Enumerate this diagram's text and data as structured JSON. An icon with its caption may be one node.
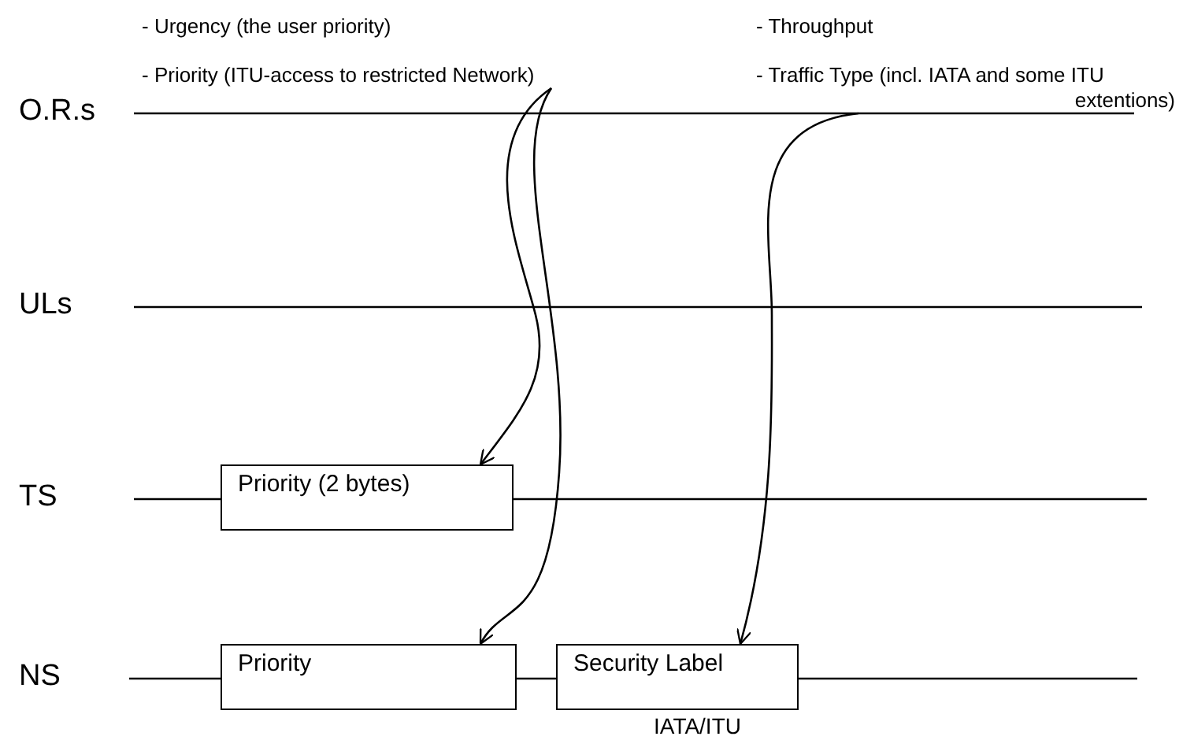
{
  "diagram": {
    "nodes": [
      {
        "text": [
          "- Priority  (ITU-access to restricted Network)"
        ]
      },
      {
        "text": [
          "- Traffic Type (incl. IATA  and some ITU extentions)"
        ]
      },
      {
        "text": [
          "Priority (2 bytes)"
        ]
      },
      {
        "text": [
          "Priority"
        ]
      },
      {
        "text": [
          "Security Label"
        ],
        "beside": [
          "IATA/ITU"
        ]
      }
    ],
    "edges": [
      {
        "from": 0,
        "to": 2,
        "arrow": "to"
      },
      {
        "from": 0,
        "to": 3,
        "arrow": "to"
      },
      {
        "from": 1,
        "to": 4,
        "arrow": "to"
      }
    ],
    "labels": [
      "- Urgency (the user priority)",
      "- Throughput",
      "O.R.s",
      "ULs",
      "TS",
      "NS"
    ]
  }
}
